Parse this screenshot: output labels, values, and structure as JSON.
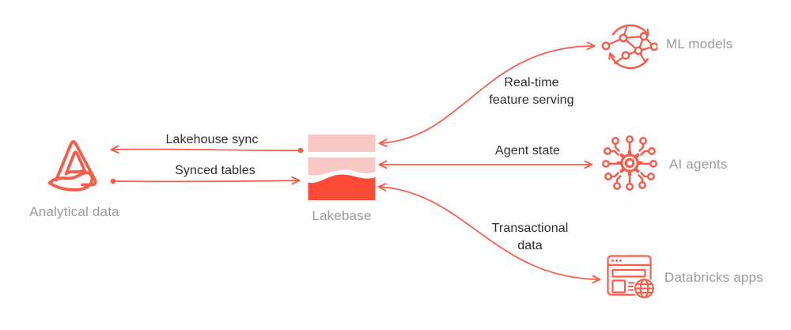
{
  "diagram": {
    "title": "Lakebase architecture diagram",
    "colors": {
      "accent_stroke": "#F75B49",
      "accent_fill_strong": "#FC4B37",
      "accent_fill_soft": "#F8C8C4",
      "text_dark": "#2D2D2F",
      "text_muted": "#9B9B9E",
      "background": "#FFFFFF"
    },
    "nodes": {
      "analytical_data": {
        "label": "Analytical data",
        "icon": "databricks-mark-icon"
      },
      "lakebase": {
        "label": "Lakebase",
        "icon": "lakebase-layers-icon"
      },
      "ml_models": {
        "label": "ML models",
        "icon": "network-cycle-icon"
      },
      "ai_agents": {
        "label": "AI agents",
        "icon": "ai-circuit-icon"
      },
      "databricks_apps": {
        "label": "Databricks apps",
        "icon": "app-window-globe-icon"
      }
    },
    "edges": {
      "lakehouse_sync": {
        "label": "Lakehouse sync",
        "from": "Lakebase",
        "to": "Analytical data",
        "bidirectional": false,
        "shape": "straight"
      },
      "synced_tables": {
        "label": "Synced tables",
        "from": "Analytical data",
        "to": "Lakebase",
        "bidirectional": false,
        "shape": "straight"
      },
      "realtime_feature_serving": {
        "label": "Real-time feature serving",
        "from": "Lakebase",
        "to": "ML models",
        "bidirectional": true,
        "shape": "s-curve"
      },
      "agent_state": {
        "label": "Agent state",
        "from": "Lakebase",
        "to": "AI agents",
        "bidirectional": true,
        "shape": "straight"
      },
      "transactional_data": {
        "label": "Transactional data",
        "from": "Lakebase",
        "to": "Databricks apps",
        "bidirectional": true,
        "shape": "s-curve"
      }
    }
  }
}
